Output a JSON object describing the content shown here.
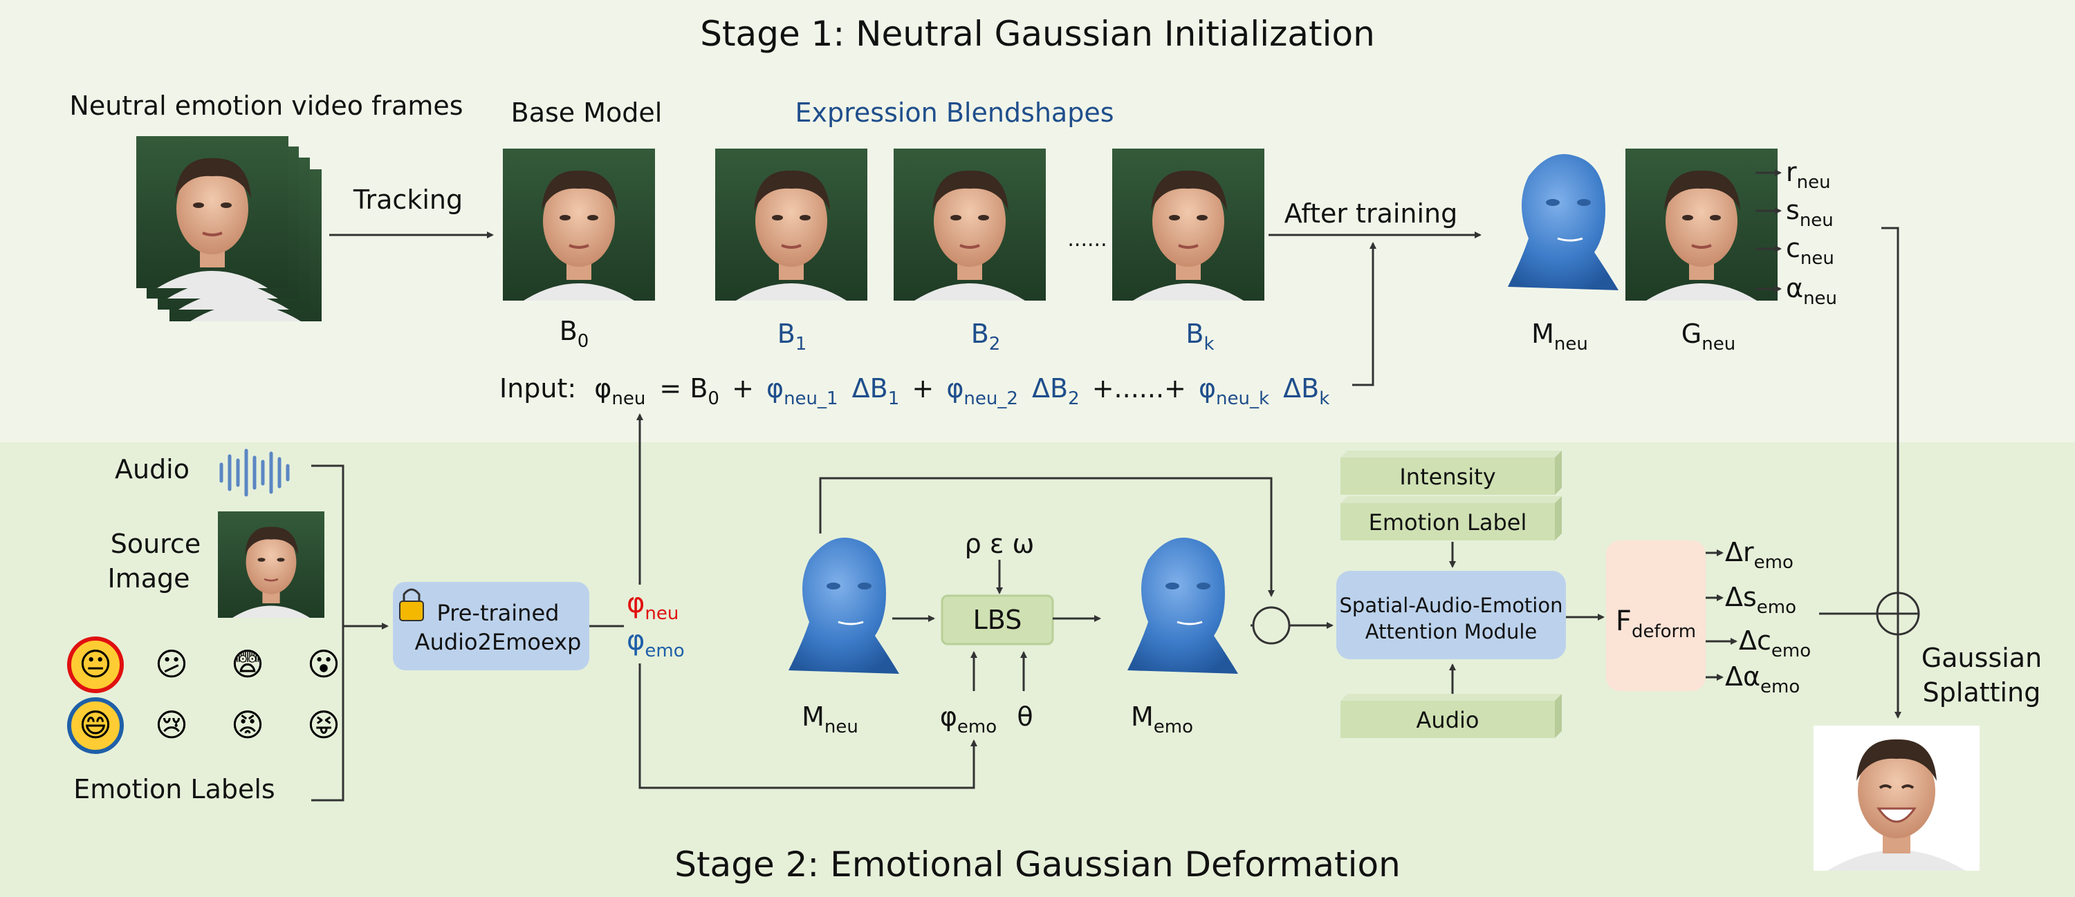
{
  "stage1": {
    "title": "Stage 1: Neutral Gaussian Initialization",
    "video_frames_label": "Neutral emotion video frames",
    "tracking_label": "Tracking",
    "base_model_label": "Base Model",
    "blendshapes_label": "Expression Blendshapes",
    "ellipsis": "......",
    "after_training_label": "After training",
    "b0": {
      "base": "B",
      "sub": "0"
    },
    "b1": {
      "base": "B",
      "sub": "1"
    },
    "b2": {
      "base": "B",
      "sub": "2"
    },
    "bk": {
      "base": "B",
      "sub": "k"
    },
    "m_neu": {
      "base": "M",
      "sub": "neu"
    },
    "g_neu": {
      "base": "G",
      "sub": "neu"
    },
    "outputs": [
      {
        "base": "r",
        "sub": "neu"
      },
      {
        "base": "s",
        "sub": "neu"
      },
      {
        "base": "c",
        "sub": "neu"
      },
      {
        "base": "α",
        "sub": "neu"
      }
    ],
    "formula": {
      "input": "Input:",
      "phi": "φ",
      "phi_sub": "neu",
      "eq_b": "= B",
      "eq_b_sub": "0",
      "plus1": "+",
      "w1": "φ",
      "w1_sub": "neu_1",
      "d1": "ΔB",
      "d1_sub": "1",
      "plus2": "+",
      "w2": "φ",
      "w2_sub": "neu_2",
      "d2": "ΔB",
      "d2_sub": "2",
      "plus3": "+......+",
      "wk": "φ",
      "wk_sub": "neu_k",
      "dk": "ΔB",
      "dk_sub": "k"
    }
  },
  "stage2": {
    "title": "Stage 2: Emotional Gaussian Deformation",
    "audio_label": "Audio",
    "source_image_label_1": "Source",
    "source_image_label_2": "Image",
    "emotion_labels_label": "Emotion Labels",
    "pretrained_1": "Pre-trained",
    "pretrained_2": "Audio2Emoexp",
    "phi_neu": {
      "base": "φ",
      "sub": "neu"
    },
    "phi_emo": {
      "base": "φ",
      "sub": "emo"
    },
    "lbs_label": "LBS",
    "lbs_params": "ρ ε ω",
    "phi_emo_lbs": {
      "base": "φ",
      "sub": "emo"
    },
    "theta": "θ",
    "m_neu": {
      "base": "M",
      "sub": "neu"
    },
    "m_emo": {
      "base": "M",
      "sub": "emo"
    },
    "intensity_label": "Intensity",
    "emotion_label_box": "Emotion Label",
    "attention_1": "Spatial-Audio-Emotion",
    "attention_2": "Attention Module",
    "audio_box": "Audio",
    "f_deform": {
      "base": "F",
      "sub": "deform"
    },
    "deltas": [
      {
        "base": "Δr",
        "sub": "emo"
      },
      {
        "base": "Δs",
        "sub": "emo"
      },
      {
        "base": "Δc",
        "sub": "emo"
      },
      {
        "base": "Δα",
        "sub": "emo"
      }
    ],
    "gaussian_1": "Gaussian",
    "gaussian_2": "Splatting",
    "emojis": [
      "😐",
      "😕",
      "😨",
      "😮",
      "😄",
      "😢",
      "😡",
      "😝"
    ]
  },
  "colors": {
    "stage1_bg": "#f1f5e9",
    "stage2_bg": "#e6f0d9",
    "blend_blue": "#1f4e8c",
    "mesh_blue": "#3d7cc9",
    "module_blue": "#bcd2ec",
    "lbs_green": "#cfe1b3",
    "fdeform_peach": "#fbe3d6",
    "phi_red": "#e01010",
    "phi_blue": "#1f5fa8"
  }
}
